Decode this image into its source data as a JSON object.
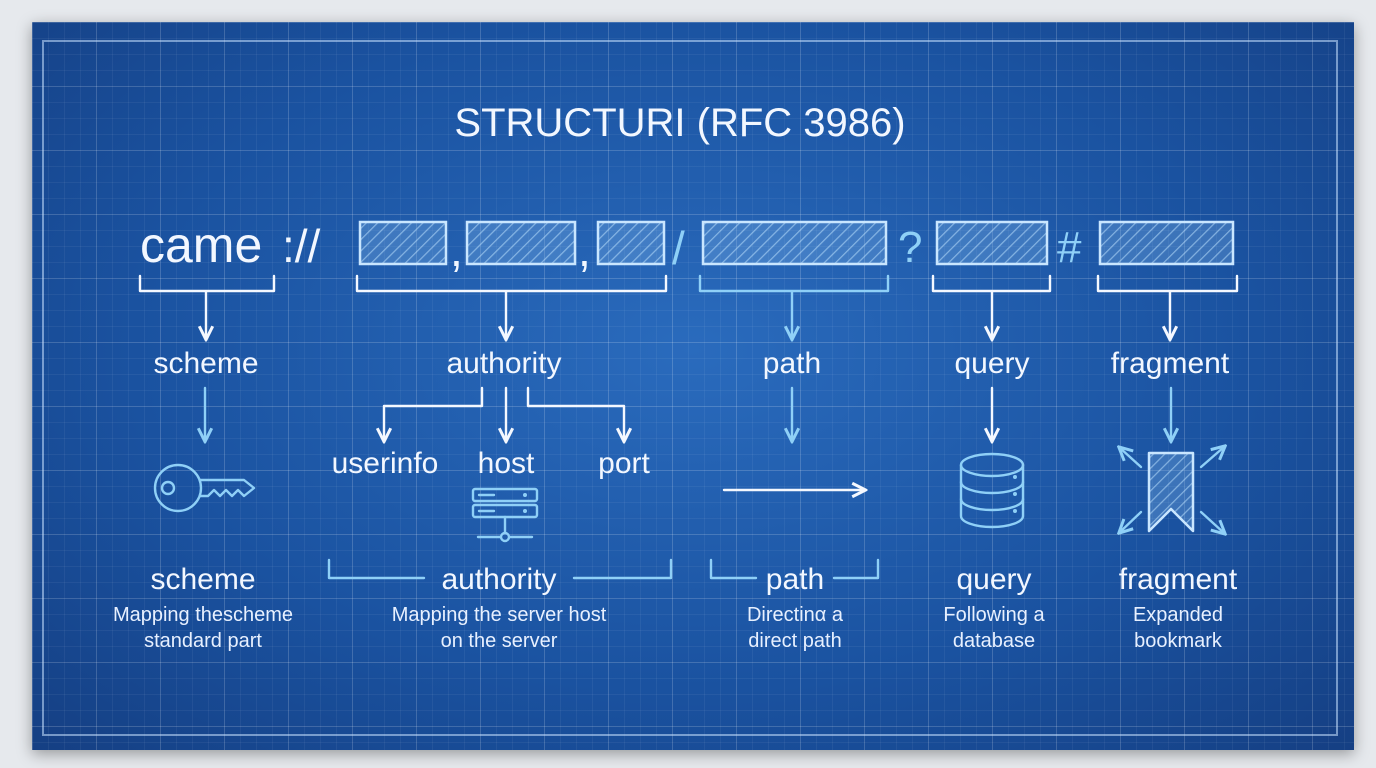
{
  "title": "STRUCTURI (RFC 3986)",
  "uri": {
    "scheme_text": "came",
    "sep_scheme": "://",
    "comma": ",",
    "slash": "/",
    "question": "?",
    "hash": "#"
  },
  "components": [
    {
      "label": "scheme"
    },
    {
      "label": "authority"
    },
    {
      "label": "path"
    },
    {
      "label": "query"
    },
    {
      "label": "fragment"
    }
  ],
  "authority_parts": {
    "userinfo": "userinfo",
    "host": "host",
    "port": "port"
  },
  "icons": [
    "key-icon",
    "server-icon",
    "arrow-right-icon",
    "database-icon",
    "bookmark-expand-icon"
  ],
  "descriptions": [
    {
      "name": "scheme",
      "line1": "Mapping thescheme",
      "line2": "standard part"
    },
    {
      "name": "authority",
      "line1": "Mapping the server host",
      "line2": "on the server"
    },
    {
      "name": "path",
      "line1": "Directinα a",
      "line2": "direct path"
    },
    {
      "name": "query",
      "line1": "Following a",
      "line2": "database"
    },
    {
      "name": "fragment",
      "line1": "Expanded",
      "line2": "bookmark"
    }
  ],
  "colors": {
    "background": "#1c57a6",
    "line": "#f4f8ff",
    "accent": "#8fd0f7"
  }
}
